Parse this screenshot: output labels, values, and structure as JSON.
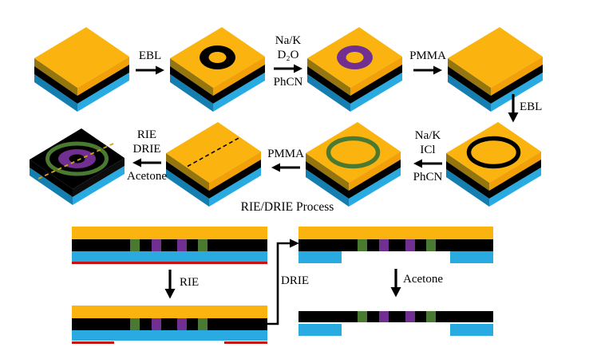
{
  "flow": {
    "step_ebl_1": "EBL",
    "step_write1": {
      "l1": "Na/K",
      "l2": "D₂O",
      "l3": "PhCN"
    },
    "step_pmma_1": "PMMA",
    "step_ebl_2": "EBL",
    "step_write2": {
      "l1": "Na/K",
      "l2": "ICl",
      "l3": "PhCN"
    },
    "step_pmma_2": "PMMA",
    "step_etch": {
      "l1": "RIE",
      "l2": "DRIE",
      "l3": "Acetone"
    }
  },
  "process": {
    "title": "RIE/DRIE Process",
    "rie": "RIE",
    "drie": "DRIE",
    "acetone": "Acetone"
  },
  "palette": {
    "gold_top": "#FBB40F",
    "gold_side_left": "#95750D",
    "gold_side_right": "#F2A007",
    "black_layer": "#000000",
    "cyan_layer": "#29ABE2",
    "cyan_side_left": "#157EB0",
    "purple_ring": "#702F91",
    "green_ring": "#4A7A32",
    "red_mask": "#C8120F",
    "dashed_cut_line": "#D2A515"
  }
}
